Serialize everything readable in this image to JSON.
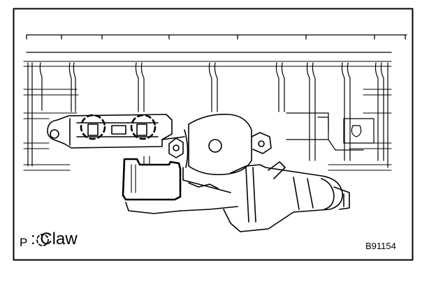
{
  "diagram": {
    "legend": {
      "symbol_text": "P",
      "icon": "dashed-circle-icon",
      "label": ": Claw"
    },
    "figure_id": "B91154",
    "colors": {
      "line": "#000000",
      "background": "#ffffff"
    }
  }
}
